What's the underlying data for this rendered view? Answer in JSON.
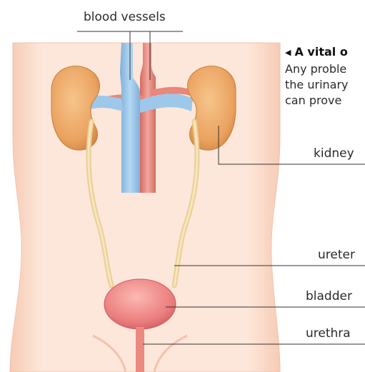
{
  "caption": {
    "heading": "A vital o",
    "lines": [
      "Any proble",
      "the urinary",
      "can prove"
    ]
  },
  "labels": {
    "blood_vessels": "blood vessels",
    "kidney": "kidney",
    "ureter": "ureter",
    "bladder": "bladder",
    "urethra": "urethra"
  },
  "colors": {
    "skin": "#fde7da",
    "vein": "#9ec8ea",
    "artery": "#e8877b",
    "kidney": "#eaa25f",
    "ureter": "#f2d9a2",
    "bladder": "#ec7f7f"
  }
}
